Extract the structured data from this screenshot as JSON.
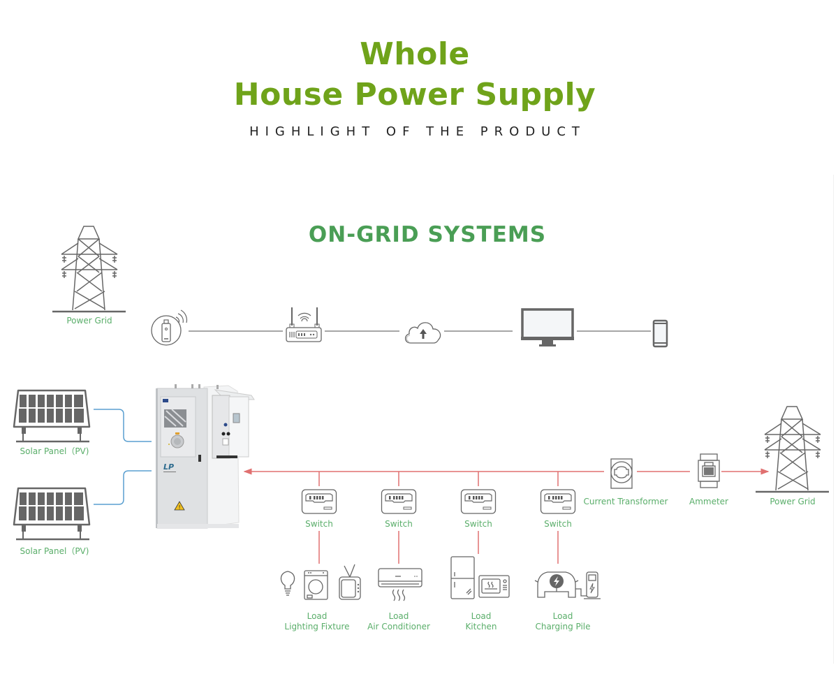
{
  "header": {
    "title_line1": "Whole",
    "title_line2": "House Power Supply",
    "subtitle": "HIGHLIGHT OF THE PRODUCT"
  },
  "section_title": "ON-GRID SYSTEMS",
  "colors": {
    "title_green": "#6fa31a",
    "section_green": "#4a9e55",
    "label_green": "#5aae6a",
    "ac_line_red": "#e07070",
    "dc_line_blue": "#5a9fd0",
    "icon_gray": "#666666"
  },
  "monitoring_chain": [
    {
      "name": "wifi-dongle",
      "icon": "dongle-icon"
    },
    {
      "name": "router",
      "icon": "router-icon"
    },
    {
      "name": "cloud",
      "icon": "cloud-upload-icon"
    },
    {
      "name": "monitor",
      "icon": "monitor-icon"
    },
    {
      "name": "phone",
      "icon": "phone-icon"
    }
  ],
  "labels": {
    "power_grid_top": "Power Grid",
    "solar_panel_1": "Solar Panel（PV)",
    "solar_panel_2": "Solar Panel（PV)",
    "current_transformer": "Current Transformer",
    "ammeter": "Ammeter",
    "power_grid_right": "Power Grid"
  },
  "switches": [
    {
      "label": "Switch"
    },
    {
      "label": "Switch"
    },
    {
      "label": "Switch"
    },
    {
      "label": "Switch"
    }
  ],
  "loads": [
    {
      "line1": "Load",
      "line2": "Lighting Fixture",
      "icon": "lighting-washer-tv-icon"
    },
    {
      "line1": "Load",
      "line2": "Air Conditioner",
      "icon": "air-conditioner-icon"
    },
    {
      "line1": "Load",
      "line2": "Kitchen",
      "icon": "fridge-microwave-icon"
    },
    {
      "line1": "Load",
      "line2": "Charging Pile",
      "icon": "ev-charger-icon"
    }
  ]
}
